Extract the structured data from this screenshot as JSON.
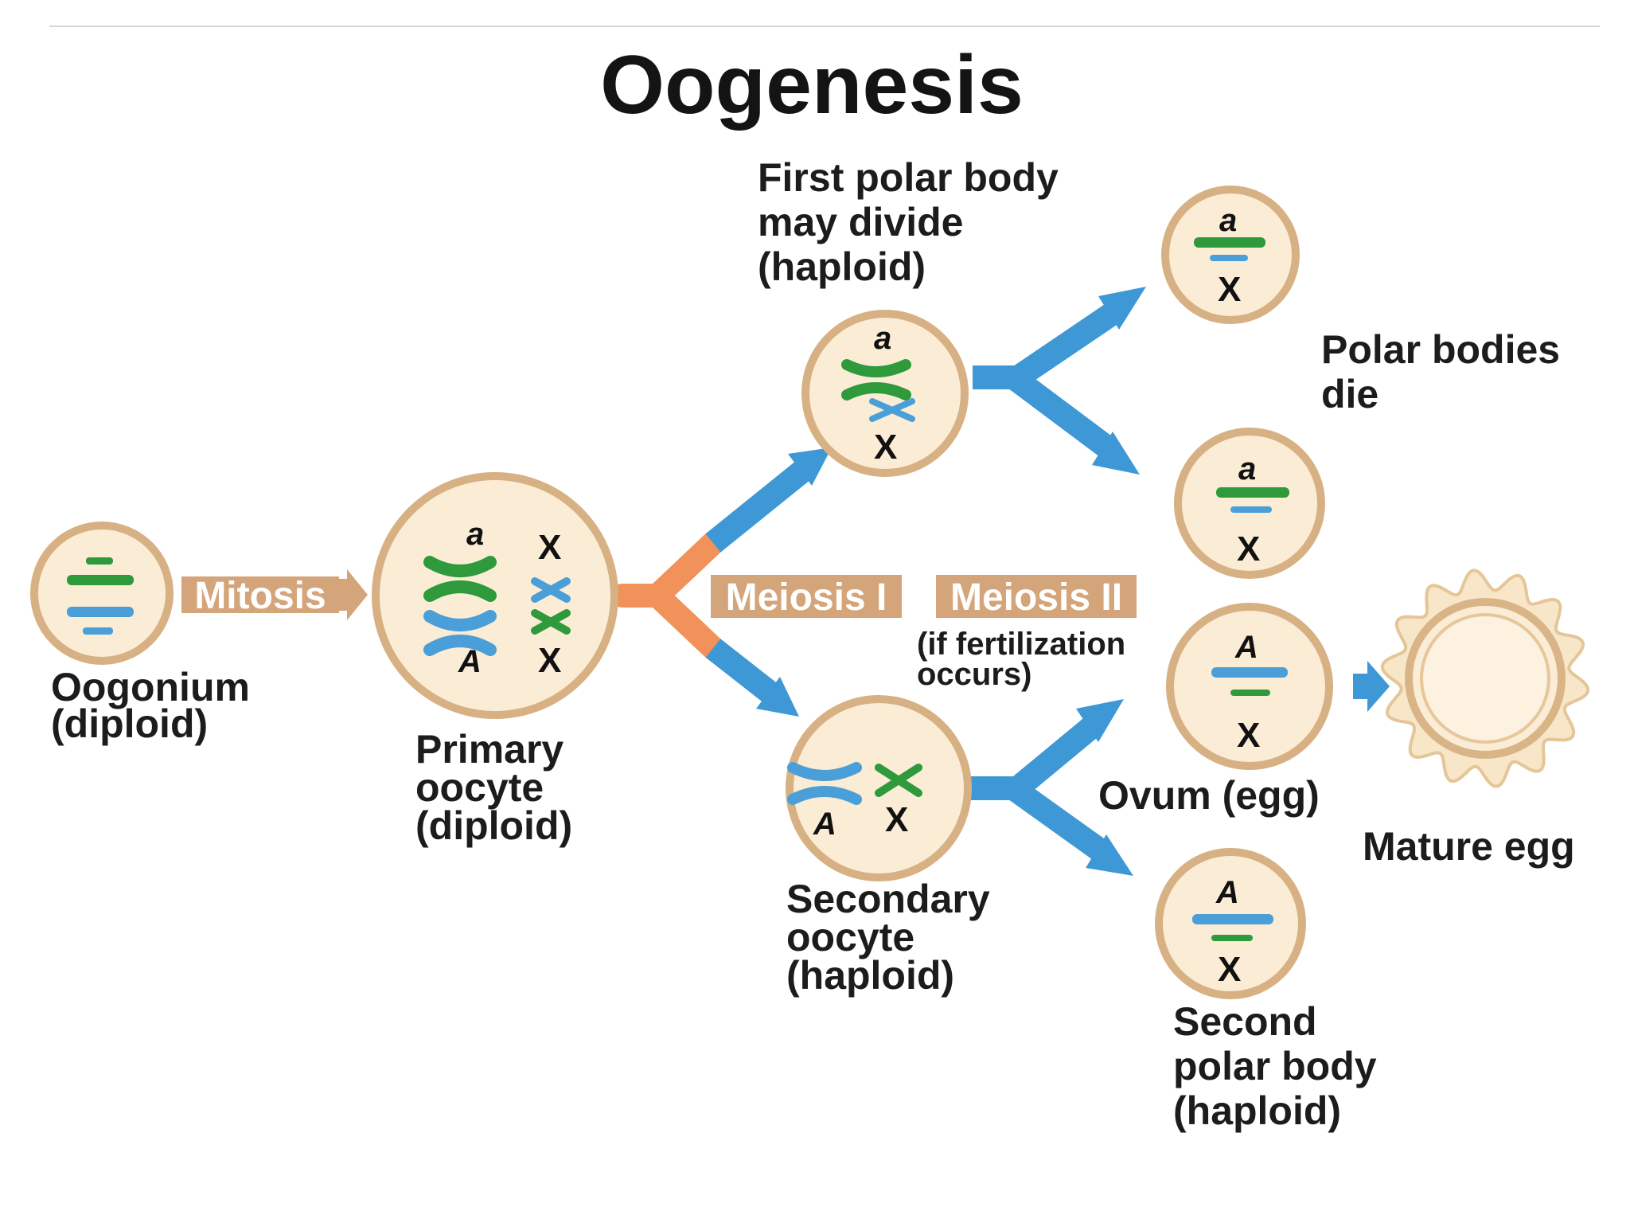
{
  "title": "Oogenesis",
  "colors": {
    "cell_fill": "#fbecd6",
    "cell_stroke": "#d7b083",
    "blue_chromosome": "#4a9fd8",
    "green_chromosome": "#2e9a3c",
    "blue_arrow": "#3e98d6",
    "orange_arrow": "#f0925a",
    "tag_fill": "#d4a47a",
    "egg_fill": "#f8e6c8",
    "egg_stroke": "#d8b486"
  },
  "labels": {
    "oogonium": [
      "Oogonium",
      "(diploid)"
    ],
    "primary_oocyte": [
      "Primary",
      "oocyte",
      "(diploid)"
    ],
    "first_polar_body": [
      "First polar body",
      "may divide",
      "(haploid)"
    ],
    "polar_bodies_die": [
      "Polar bodies",
      "die"
    ],
    "secondary_oocyte": [
      "Secondary",
      "oocyte",
      "(haploid)"
    ],
    "ovum": "Ovum (egg)",
    "mature_egg": "Mature egg",
    "second_polar_body": [
      "Second",
      "polar body",
      "(haploid)"
    ],
    "fertilization_note": [
      "(if fertilization",
      "occurs)"
    ]
  },
  "tags": {
    "mitosis": "Mitosis",
    "meiosis_1": "Meiosis I",
    "meiosis_2": "Meiosis II"
  },
  "genes": {
    "a": "a",
    "A": "A",
    "X": "X"
  }
}
